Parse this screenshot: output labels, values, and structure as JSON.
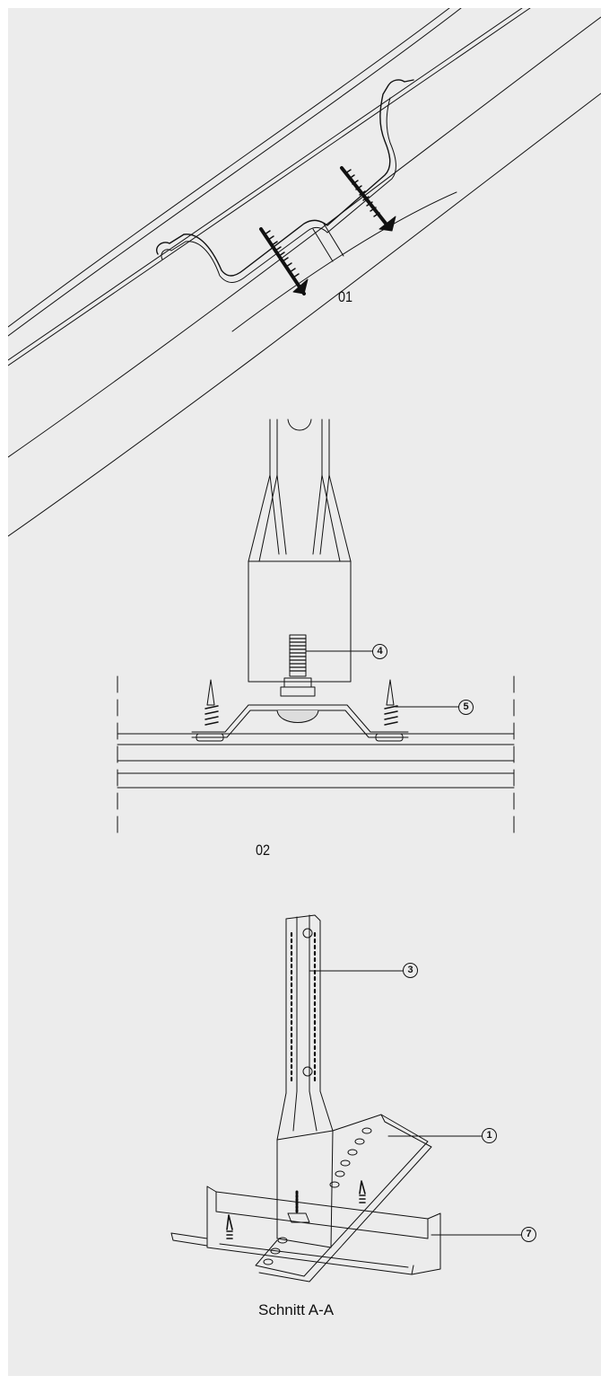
{
  "figures": [
    {
      "label": "01"
    },
    {
      "label": "02"
    },
    {
      "label": "Schnitt A-A"
    }
  ],
  "callouts": {
    "c1": "1",
    "c3": "3",
    "c4": "4",
    "c5": "5",
    "c7": "7"
  },
  "colors": {
    "background": "#ececec",
    "linework": "#111111"
  }
}
